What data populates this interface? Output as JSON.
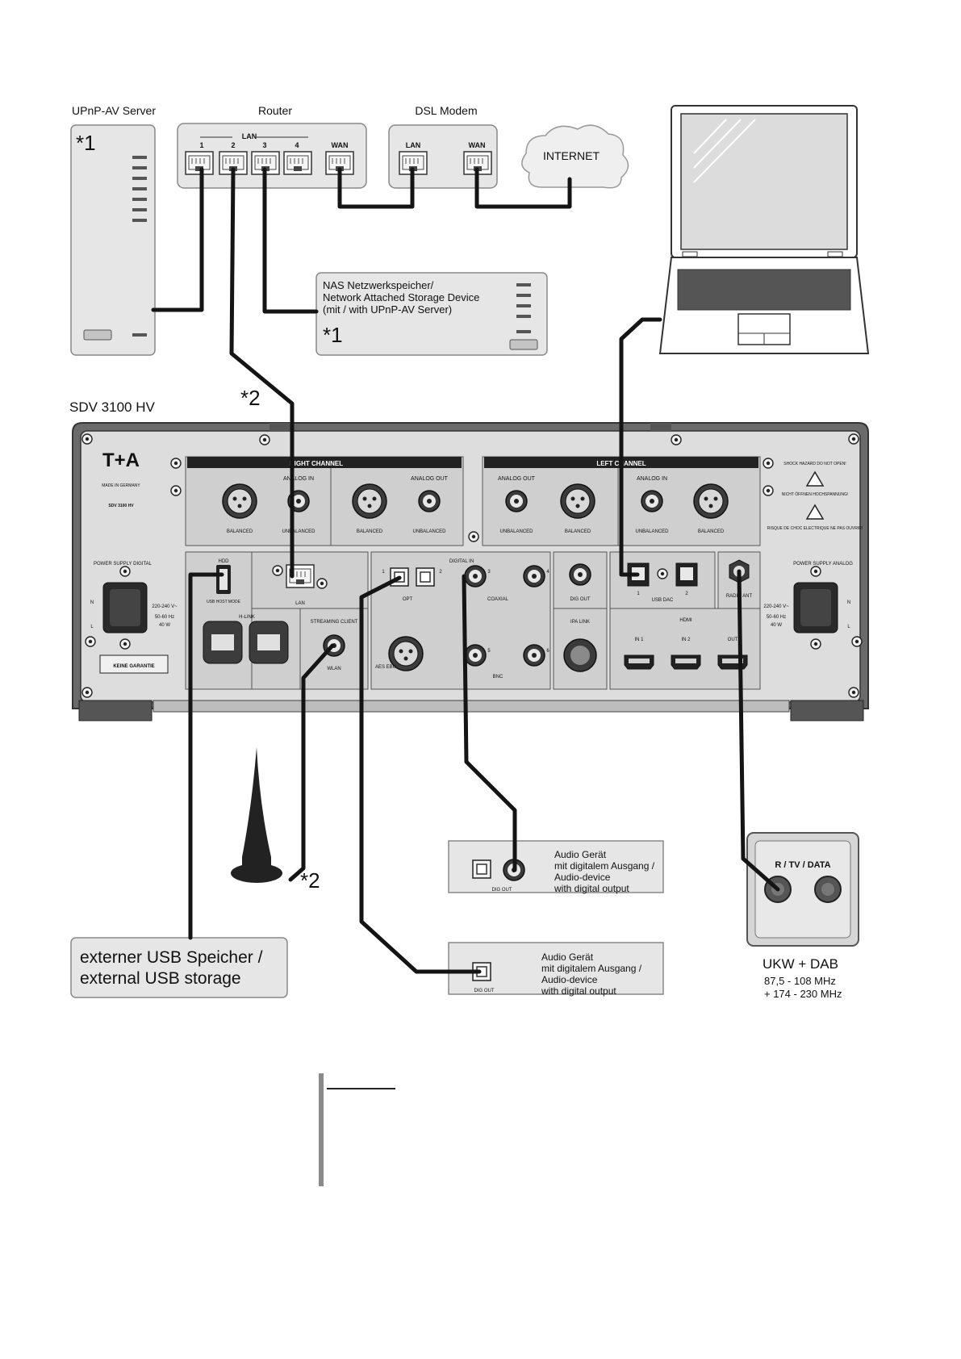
{
  "labels": {
    "upnp_server": "UPnP-AV Server",
    "router": "Router",
    "lan": "LAN",
    "port1": "1",
    "port2": "2",
    "port3": "3",
    "port4": "4",
    "wan": "WAN",
    "dsl_modem": "DSL Modem",
    "modem_lan": "LAN",
    "modem_wan": "WAN",
    "internet": "INTERNET",
    "star1_a": "*1",
    "star1_b": "*1",
    "star2_a": "*2",
    "star2_b": "*2",
    "nas_line1": "NAS Netzwerkspeicher/",
    "nas_line2": "Network Attached Storage Device",
    "nas_line3": "(mit / with UPnP-AV Server)",
    "device_name": "SDV 3100 HV",
    "usb_storage_line1": "externer USB Speicher /",
    "usb_storage_line2": "external USB storage",
    "audio_dev_line1": "Audio Gerät",
    "audio_dev_line2": "mit digitalem Ausgang /",
    "audio_dev_line3": "Audio-device",
    "audio_dev_line4": "with digital output",
    "audio_dev2_line1": "Audio Gerät",
    "audio_dev2_line2": "mit digitalem Ausgang /",
    "audio_dev2_line3": "Audio-device",
    "audio_dev2_line4": "with digital output",
    "dig_out_a": "DIG OUT",
    "dig_out_b": "DIG OUT",
    "antenna_socket": "R / TV / DATA",
    "ukw_dab": "UKW + DAB",
    "freq1": "87,5 - 108 MHz",
    "freq2": "+ 174 - 230 MHz"
  },
  "panel": {
    "brand": "T+A",
    "right_channel": "RIGHT CHANNEL",
    "left_channel": "LEFT CHANNEL",
    "analog_in": "ANALOG IN",
    "analog_out": "ANALOG OUT",
    "balanced": "BALANCED",
    "unbalanced": "UNBALANCED",
    "hdd": "HDD",
    "usb_host_mode": "USB HOST MODE",
    "lan": "LAN",
    "digital_in": "DIGITAL IN",
    "opt": "OPT",
    "coaxial": "COAXIAL",
    "bnc": "BNC",
    "aes_ebu": "AES EBU",
    "dig_out": "DIG OUT",
    "ipa_link": "IPA LINK",
    "usb_dac": "USB DAC",
    "hdmi": "HDMI",
    "in1": "IN 1",
    "in2": "IN 2",
    "out": "OUT",
    "radio_ant": "RADIO ANT",
    "streaming_client": "STREAMING CLIENT",
    "wlan": "WLAN",
    "hlink": "H-LINK",
    "ps_digital": "POWER SUPPLY DIGITAL",
    "ps_analog": "POWER SUPPLY ANALOG",
    "voltage": "220-240 V~",
    "freq": "50-60 Hz",
    "power": "40 W",
    "no_warranty": "KEINE GARANTIE",
    "shock": "SHOCK HAZARD DO NOT OPEN!",
    "nicht": "NICHT ÖFFNEN HOCHSPANNUNG!",
    "risque": "RISQUE DE CHOC ELECTRIQUE NE PAS OUVRIR!",
    "model": "SDV 3100 HV",
    "made_in": "MADE IN GERMANY",
    "n": "N",
    "l": "L",
    "p1": "1",
    "p2": "2",
    "p3": "3",
    "p4": "4",
    "p5": "5",
    "p6": "6"
  },
  "colors": {
    "cable": "#141414",
    "box_fill": "#e6e6e6",
    "panel_fill": "#d2d2d2",
    "chassis": "#6a6a6a",
    "banner": "#222222"
  }
}
